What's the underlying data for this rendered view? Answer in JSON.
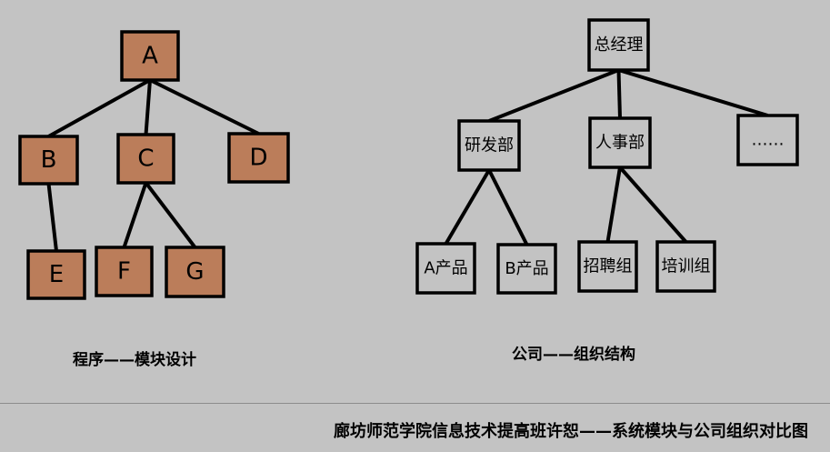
{
  "colors": {
    "background": "#c3c3c3",
    "module_fill": "#bb7d5a",
    "org_fill": "#c3c3c3",
    "stroke": "#000000"
  },
  "module_tree": {
    "caption": "程序——模块设计",
    "nodes": [
      {
        "id": "A",
        "label": "A"
      },
      {
        "id": "B",
        "label": "B"
      },
      {
        "id": "C",
        "label": "C"
      },
      {
        "id": "D",
        "label": "D"
      },
      {
        "id": "E",
        "label": "E"
      },
      {
        "id": "F",
        "label": "F"
      },
      {
        "id": "G",
        "label": "G"
      }
    ],
    "edges": [
      [
        "A",
        "B"
      ],
      [
        "A",
        "C"
      ],
      [
        "A",
        "D"
      ],
      [
        "B",
        "E"
      ],
      [
        "C",
        "F"
      ],
      [
        "C",
        "G"
      ]
    ]
  },
  "org_tree": {
    "caption": "公司——组织结构",
    "nodes": [
      {
        "id": "gm",
        "label": "总经理"
      },
      {
        "id": "rd",
        "label": "研发部"
      },
      {
        "id": "hr",
        "label": "人事部"
      },
      {
        "id": "more",
        "label": "……"
      },
      {
        "id": "pa",
        "label": "A产品"
      },
      {
        "id": "pb",
        "label": "B产品"
      },
      {
        "id": "zp",
        "label": "招聘组"
      },
      {
        "id": "px",
        "label": "培训组"
      }
    ],
    "edges": [
      [
        "gm",
        "rd"
      ],
      [
        "gm",
        "hr"
      ],
      [
        "gm",
        "more"
      ],
      [
        "rd",
        "pa"
      ],
      [
        "rd",
        "pb"
      ],
      [
        "hr",
        "zp"
      ],
      [
        "hr",
        "px"
      ]
    ]
  },
  "footer": "廊坊师范学院信息技术提高班许恕——系统模块与公司组织对比图"
}
